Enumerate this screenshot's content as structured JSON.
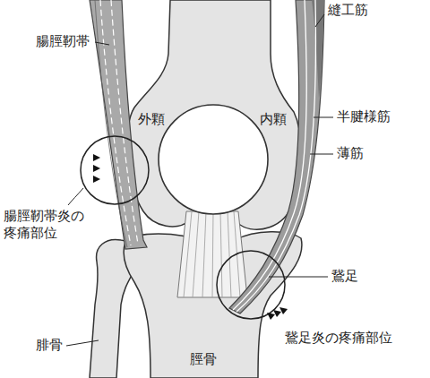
{
  "diagram": {
    "labels": [
      "縫工筋",
      "腸脛靭帯",
      "外顆",
      "内顆",
      "半腱様筋",
      "薄筋",
      "腸脛靭帯炎の 疼痛部位",
      "鵞足",
      "鵞足炎の疼痛部位",
      "腓骨",
      "脛骨"
    ]
  }
}
